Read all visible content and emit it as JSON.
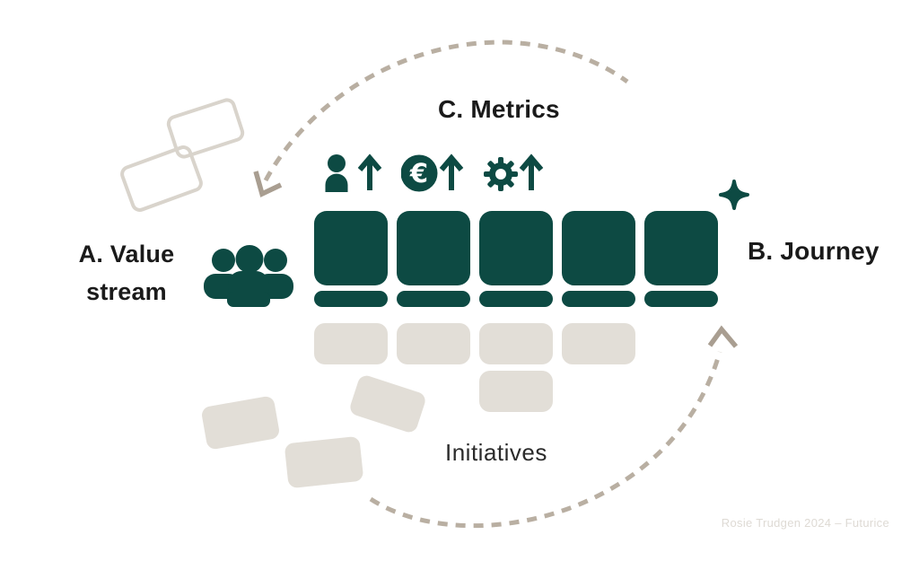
{
  "labels": {
    "metrics": "C. Metrics",
    "value_stream": "A. Value stream",
    "value_stream_line1": "A. Value",
    "value_stream_line2": "stream",
    "journey": "B. Journey",
    "initiatives": "Initiatives"
  },
  "credit": "Rosie Trudgen 2024 – Futurice",
  "glyphs": {
    "euro": "€"
  },
  "colors": {
    "green": "#0d4a43",
    "card_gray": "#e2ded7",
    "card_outline": "#d9d4cc",
    "dash": "#b9afa2",
    "arrowhead": "#a99e91",
    "text": "#1a1a1a",
    "credit_text": "#dedad4",
    "background": "#ffffff"
  },
  "metrics_icons": [
    {
      "name": "person-up-icon",
      "meaning": "people metric increasing"
    },
    {
      "name": "euro-up-icon",
      "meaning": "revenue metric increasing"
    },
    {
      "name": "gear-up-icon",
      "meaning": "operations metric increasing"
    }
  ],
  "counts": {
    "journey_squares": 5,
    "journey_pills": 5,
    "initiative_row_boxes": 4,
    "initiative_second_row_boxes": 1,
    "scattered_outline_cards": 2,
    "scattered_filled_cards": 3
  }
}
